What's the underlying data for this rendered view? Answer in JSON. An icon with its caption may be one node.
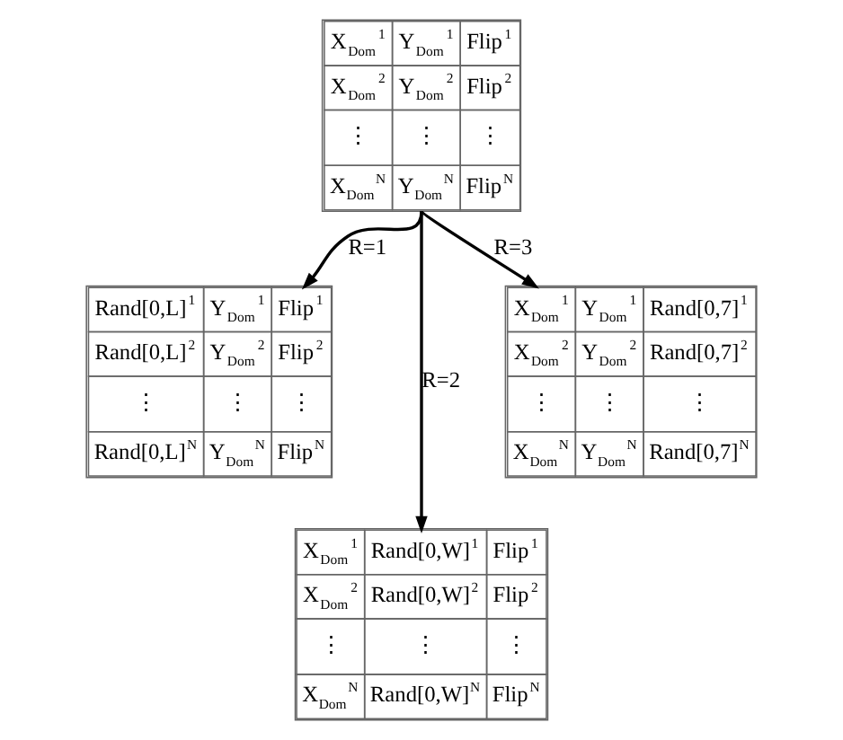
{
  "diagram": {
    "nodes": [
      {
        "text": [
          "X$_{Dom}$$^{1}$",
          "Y$_{Dom}$$^{1}$",
          "Flip$^{1}$",
          "X$_{Dom}$$^{2}$",
          "Y$_{Dom}$$^{2}$",
          "Flip$^{2}$",
          "⋮",
          "⋮",
          "⋮",
          "X$_{Dom}$$^{N}$",
          "Y$_{Dom}$$^{N}$",
          "Flip$^{N}$"
        ]
      },
      {
        "text": [
          "Rand[0,L]$^{1}$",
          "Y$_{Dom}$$^{1}$",
          "Flip$^{1}$",
          "Rand[0,L]$^{2}$",
          "Y$_{Dom}$$^{2}$",
          "Flip$^{2}$",
          "⋮",
          "⋮",
          "⋮",
          "Rand[0,L]$^{N}$",
          "Y$_{Dom}$$^{N}$",
          "Flip$^{N}$"
        ]
      },
      {
        "text": [
          "X$_{Dom}$$^{1}$",
          "Y$_{Dom}$$^{1}$",
          "Rand[0,7]$^{1}$",
          "X$_{Dom}$$^{2}$",
          "Y$_{Dom}$$^{2}$",
          "Rand[0,7]$^{2}$",
          "⋮",
          "⋮",
          "⋮",
          "X$_{Dom}$$^{N}$",
          "Y$_{Dom}$$^{N}$",
          "Rand[0,7]$^{N}$"
        ]
      },
      {
        "text": [
          "X$_{Dom}$$^{1}$",
          "Rand[0,W]$^{1}$",
          "Flip$^{1}$",
          "X$_{Dom}$$^{2}$",
          "Rand[0,W]$^{2}$",
          "Flip$^{2}$",
          "⋮",
          "⋮",
          "⋮",
          "X$_{Dom}$$^{N}$",
          "Rand[0,W]$^{N}$",
          "Flip$^{N}$"
        ]
      }
    ],
    "edges": [
      {
        "from": 0,
        "to": 1,
        "arrow": "to",
        "label": "R=1"
      },
      {
        "from": 0,
        "to": 3,
        "arrow": "to",
        "label": "R=2"
      },
      {
        "from": 0,
        "to": 2,
        "arrow": "to",
        "label": "R=3"
      }
    ]
  }
}
